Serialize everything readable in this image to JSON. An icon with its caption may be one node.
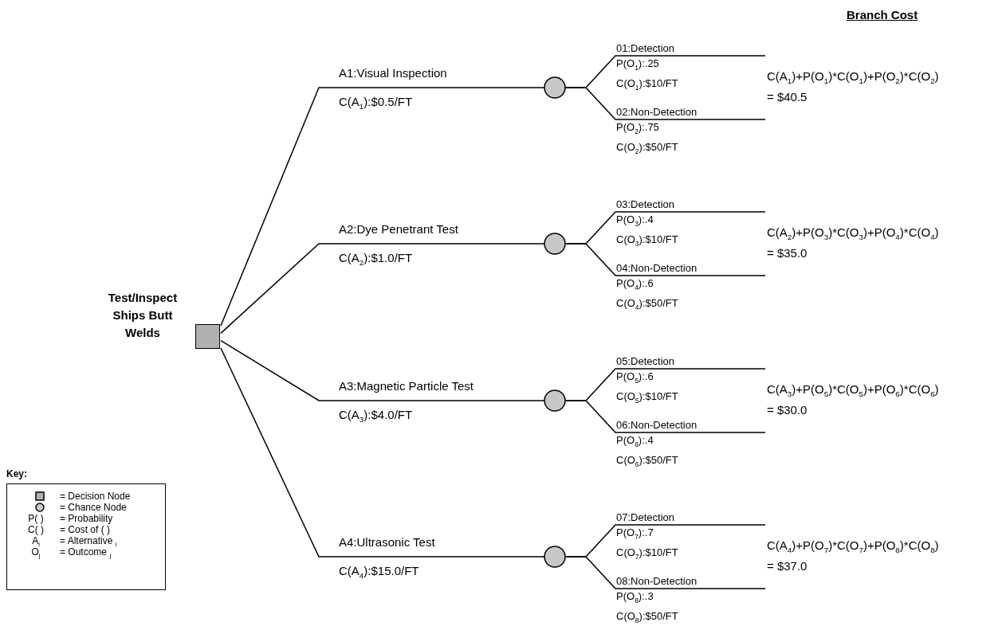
{
  "diagram": {
    "nodes": [
      {
        "text": [
          "Test/Inspect Ships Butt Welds"
        ]
      },
      {
        "text": [],
        "shape": "circle"
      },
      {
        "text": [],
        "shape": "circle"
      },
      {
        "text": [],
        "shape": "circle"
      },
      {
        "text": [],
        "shape": "circle"
      }
    ],
    "edges": [
      {
        "from": 0,
        "to": 1,
        "arrow": "none",
        "label": "A1:Visual Inspection C(A$_{1}$):$0.5/FT"
      },
      {
        "from": 0,
        "to": 2,
        "arrow": "none",
        "label": "A2:Dye Penetrant Test C(A$_{2}$):$1.0/FT"
      },
      {
        "from": 0,
        "to": 3,
        "arrow": "none",
        "label": "A3:Magnetic Particle Test C(A$_{3}$):$4.0/FT"
      },
      {
        "from": 0,
        "to": 4,
        "arrow": "none",
        "label": "A4:Ultrasonic Test C(A$_{4}$):$15.0/FT"
      },
      {
        "from": 1,
        "to": null,
        "arrow": "none",
        "label": "01:Detection P(O$_{1}$):.25 C(O$_{1}$):$10/FT"
      },
      {
        "from": 1,
        "to": null,
        "arrow": "none",
        "label": "02:Non-Detection P(O$_{2}$):.75 C(O$_{2}$):$50/FT"
      },
      {
        "from": 2,
        "to": null,
        "arrow": "none",
        "label": "03:Detection P(O$_{3}$):.4 C(O$_{3}$):$10/FT"
      },
      {
        "from": 2,
        "to": null,
        "arrow": "none",
        "label": "04:Non-Detection P(O$_{4}$):.6 C(O$_{4}$):$50/FT"
      },
      {
        "from": 3,
        "to": null,
        "arrow": "none",
        "label": "05:Detection P(O$_{5}$):.6 C(O$_{5}$):$10/FT"
      },
      {
        "from": 3,
        "to": null,
        "arrow": "none",
        "label": "06:Non-Detection P(O$_{6}$):.4 C(O$_{6}$):$50/FT"
      },
      {
        "from": 4,
        "to": null,
        "arrow": "none",
        "label": "07:Detection P(O$_{7}$):.7 C(O$_{7}$):$10/FT"
      },
      {
        "from": 4,
        "to": null,
        "arrow": "none",
        "label": "08:Non-Detection P(O$_{8}$):.3 C(O$_{8}$):$50/FT"
      }
    ],
    "labels": [
      "Branch Cost",
      "C(A$_{1}$)+P(O$_{1}$)*C(O$_{1}$)+P(O$_{2}$)*C(O$_{2}$) = $40.5",
      "C(A$_{2}$)+P(O$_{3}$)*C(O$_{3}$)+P(O$_{4}$)*C(O$_{4}$) = $35.0",
      "C(A$_{3}$)+P(O$_{5}$)*C(O$_{5}$)+P(O$_{6}$)*C(O$_{6}$) = $30.0",
      "C(A$_{4}$)+P(O$_{7}$)*C(O$_{7}$)+P(O$_{8}$)*C(O$_{8}$) = $37.0",
      "Key:",
      "P( )",
      "= Probability",
      "C( )",
      "= Cost of ( )",
      "A$_{i}$",
      "= Alternative $_{i}$",
      "O$_{j}$",
      "= Outcome $_{j}$"
    ],
    "legend": [
      {
        "text": "= Decision Node"
      },
      {
        "text": "= Chance Node"
      }
    ]
  }
}
